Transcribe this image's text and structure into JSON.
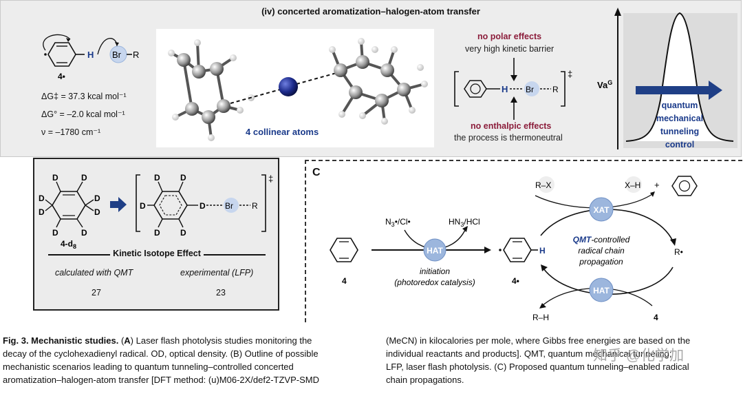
{
  "panel_top": {
    "title": "(iv) concerted aromatization–halogen-atom transfer",
    "mol_label": "4•",
    "br": "Br",
    "r": "R",
    "h": "H",
    "dG_act": "ΔG‡ = 37.3 kcal mol⁻¹",
    "dG_zero": "ΔG° = –2.0 kcal mol⁻¹",
    "nu": "ν  =  –1780 cm⁻¹",
    "collinear": "4 collinear atoms",
    "no_polar": "no polar effects",
    "barrier": "very high kinetic barrier",
    "no_enthalpic": "no enthalpic effects",
    "thermoneutral": "the process is thermoneutral",
    "ts_h": "H",
    "ts_br": "Br",
    "ts_r": "R",
    "dagger": "‡",
    "va": "Va",
    "va_sup": "G",
    "tunnel": [
      "quantum",
      "mechanical",
      "tunneling",
      "control"
    ]
  },
  "panel_kie": {
    "d": "D",
    "mol_label": "4-d",
    "mol_sub": "8",
    "br": "Br",
    "r": "R",
    "dagger": "‡",
    "kie_title": "Kinetic Isotope Effect",
    "calc_label": "calculated with QMT",
    "exp_label": "experimental (LFP)",
    "calc_value": "27",
    "exp_value": "23"
  },
  "panel_c": {
    "letter": "C",
    "n3cl": "N3•/Cl•",
    "hn3hcl": "HN3/HCl",
    "hat": "HAT",
    "xat": "XAT",
    "initiation": "initiation",
    "photoredox": "(photoredox catalysis)",
    "four": "4",
    "four_radical": "4•",
    "h": "H",
    "rx": "R–X",
    "xh": "X–H",
    "plus": "+",
    "r_radical": "R•",
    "rh": "R–H",
    "qmt": "QMT",
    "qmt_rest": "-controlled",
    "radical_chain": "radical chain",
    "propagation": "propagation"
  },
  "caption": {
    "left": [
      [
        "Fig. 3. Mechanistic studies.",
        " (",
        "A",
        ") Laser flash photolysis studies monitoring the"
      ],
      "decay of the cyclohexadienyl radical. OD, optical density. (B) Outline of possible",
      "mechanistic scenarios leading to quantum tunneling–controlled concerted",
      "aromatization–halogen-atom transfer [DFT method: (u)M06-2X/def2-TZVP-SMD"
    ],
    "right": [
      "(MeCN) in kilocalories per mole, where Gibbs free energies are based on the",
      "individual reactants and products]. QMT, quantum mechanical tunneling;",
      "LFP, laser flash photolysis. (C) Proposed quantum tunneling–enabled radical",
      "chain propagations."
    ],
    "watermark": "知乎 @化学加"
  },
  "colors": {
    "maroon": "#8b1c3a",
    "navy": "#1a3a8a",
    "hat_circle": "#9cb6dd",
    "arrow_navy": "#1f3f86"
  }
}
